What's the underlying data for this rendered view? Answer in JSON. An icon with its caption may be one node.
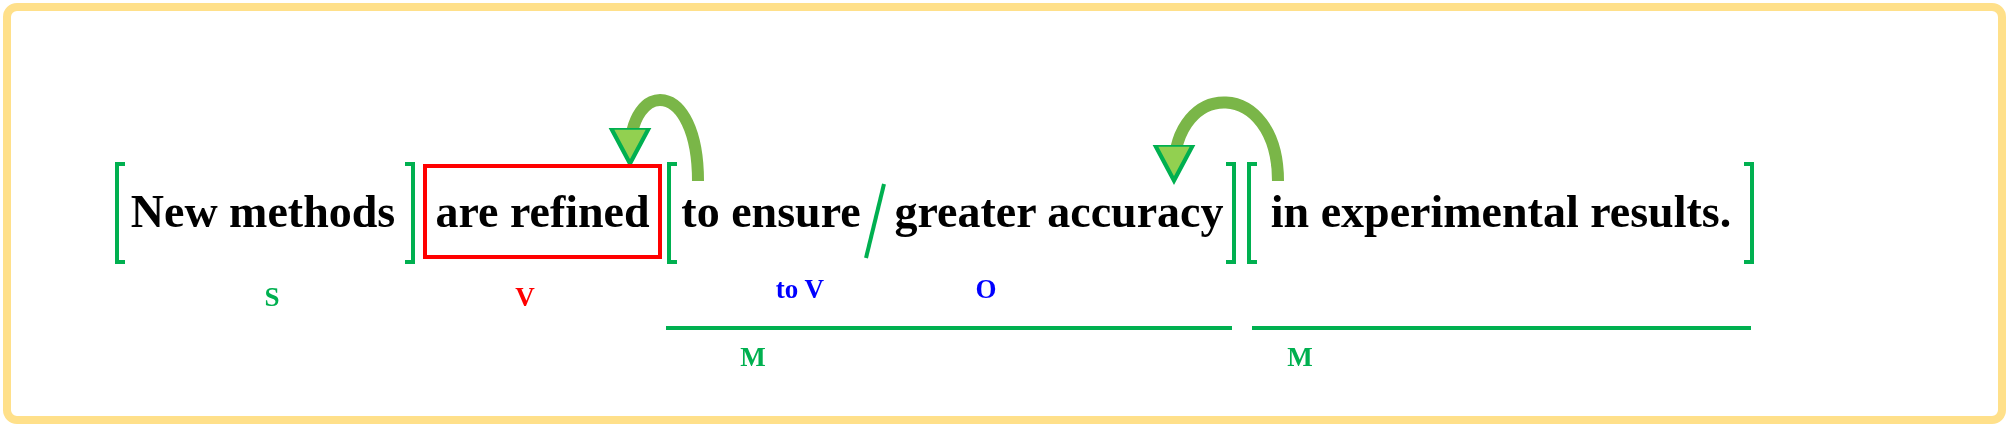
{
  "diagram": {
    "nodes": [
      {
        "text": [
          "New methods"
        ]
      },
      {
        "text": [
          "are refined"
        ]
      },
      {
        "text": [
          "to ensure"
        ]
      },
      {
        "text": [
          "greater accuracy"
        ]
      },
      {
        "text": [
          "in experimental results."
        ]
      }
    ],
    "edges": [
      {
        "from": 2,
        "to": 1,
        "arrow": "to"
      },
      {
        "from": 4,
        "to": 3,
        "arrow": "to"
      }
    ],
    "labels": [
      "S",
      "V",
      "to V",
      "O",
      "M",
      "M"
    ]
  }
}
